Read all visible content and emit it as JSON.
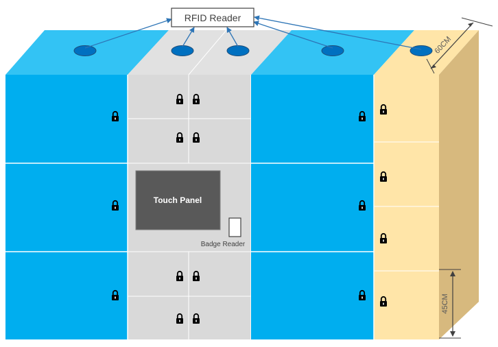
{
  "labels": {
    "rfid_reader": "RFID Reader",
    "touch_panel": "Touch Panel",
    "badge_reader": "Badge Reader",
    "depth": "60CM",
    "compartment_height": "45CM"
  },
  "colors": {
    "blue_front": "#00AEEF",
    "blue_top": "#33C3F4",
    "gray_front": "#D9D9D9",
    "gray_top": "#E1E1E1",
    "tan_front": "#FFE5A8",
    "tan_side": "#D7B97E",
    "panel": "#595959",
    "sensor": "#0070C0",
    "arrow": "#2E75B6"
  },
  "icons": {
    "lock": "padlock-icon",
    "sensor": "rfid-antenna-icon"
  }
}
